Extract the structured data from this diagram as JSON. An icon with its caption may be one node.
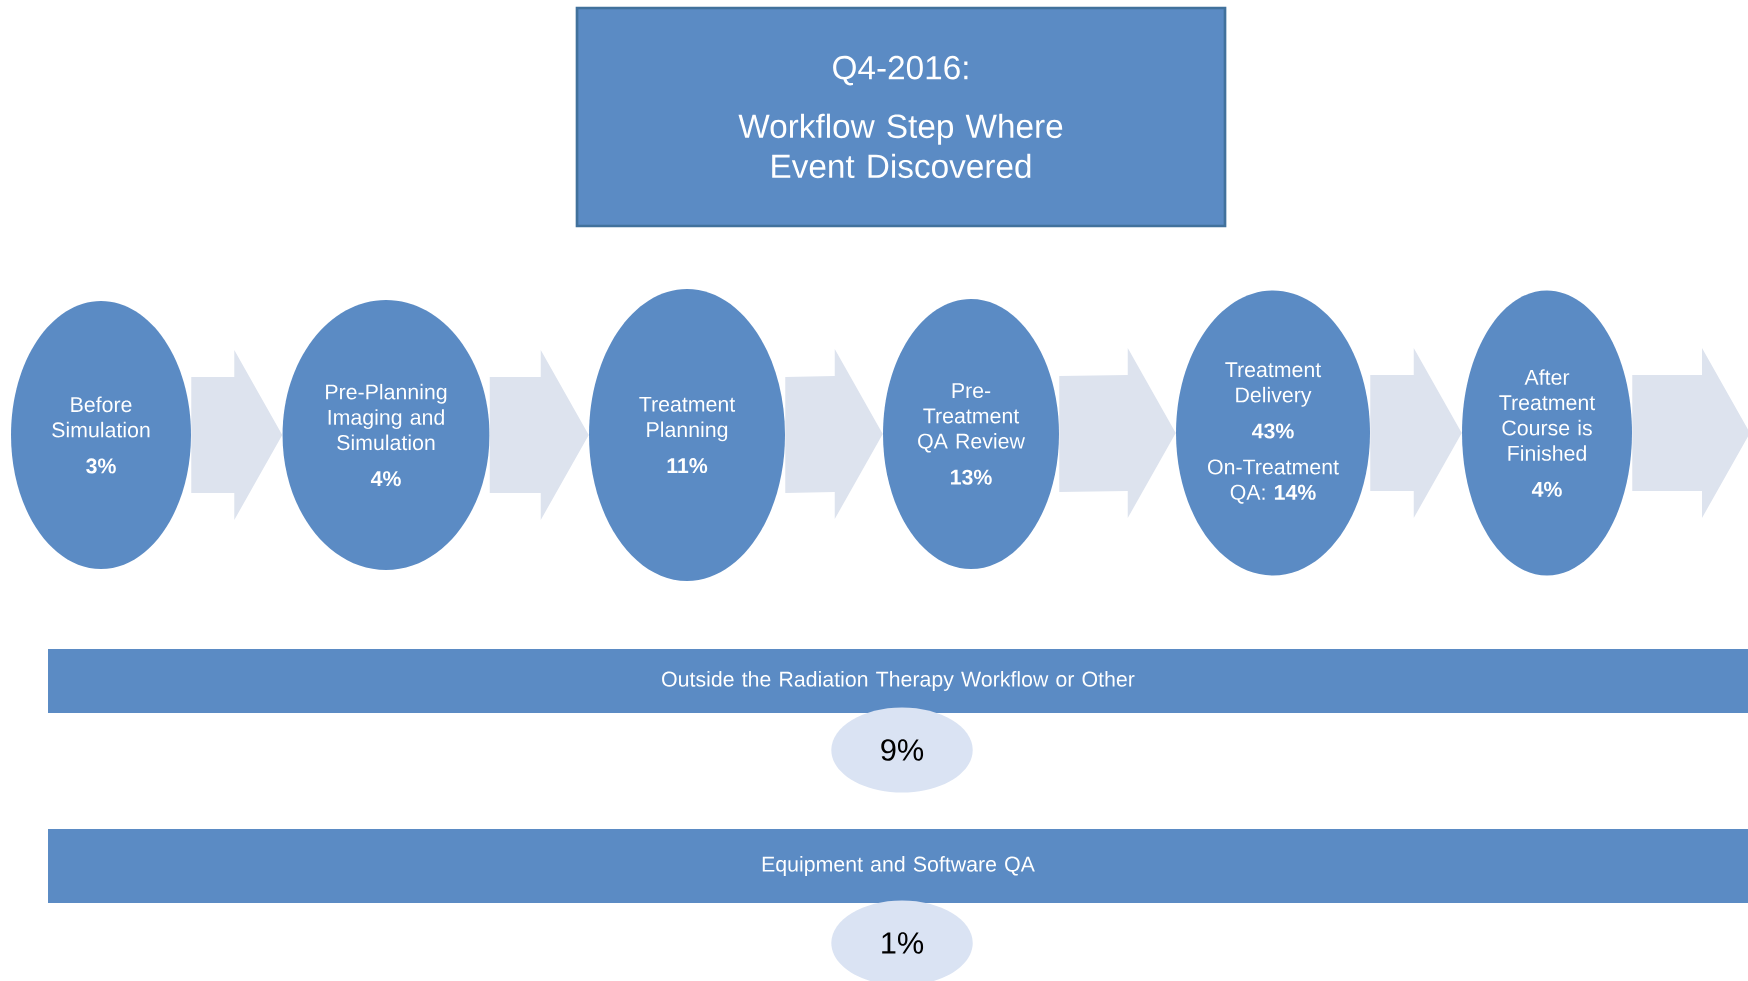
{
  "diagram": {
    "nodes": [
      {
        "text": [
          "Q4-2016:",
          "Workflow Step Where Event Discovered"
        ]
      },
      {
        "text": [
          "Before Simulation",
          "3%"
        ]
      },
      {
        "text": [
          "Pre-Planning Imaging and Simulation",
          "4%"
        ]
      },
      {
        "text": [
          "Treatment Planning",
          "11%"
        ]
      },
      {
        "text": [
          "Pre-Treatment QA Review",
          "13%"
        ]
      },
      {
        "text": [
          "Treatment Delivery",
          "43%",
          "On-Treatment QA: **14%**"
        ]
      },
      {
        "text": [
          "After Treatment Course is Finished",
          "4%"
        ]
      },
      {
        "text": [
          "Outside the Radiation Therapy Workflow or Other"
        ]
      },
      {
        "text": [
          "9%"
        ]
      },
      {
        "text": [
          "Equipment and Software QA"
        ]
      },
      {
        "text": [
          "1%"
        ]
      }
    ],
    "edges": [
      {
        "from": 1,
        "to": 2,
        "arrow": "to"
      },
      {
        "from": 2,
        "to": 3,
        "arrow": "to"
      },
      {
        "from": 3,
        "to": 4,
        "arrow": "to"
      },
      {
        "from": 4,
        "to": 5,
        "arrow": "to"
      },
      {
        "from": 5,
        "to": 6,
        "arrow": "to"
      },
      {
        "from": 6,
        "to": null,
        "arrow": "to"
      }
    ]
  }
}
